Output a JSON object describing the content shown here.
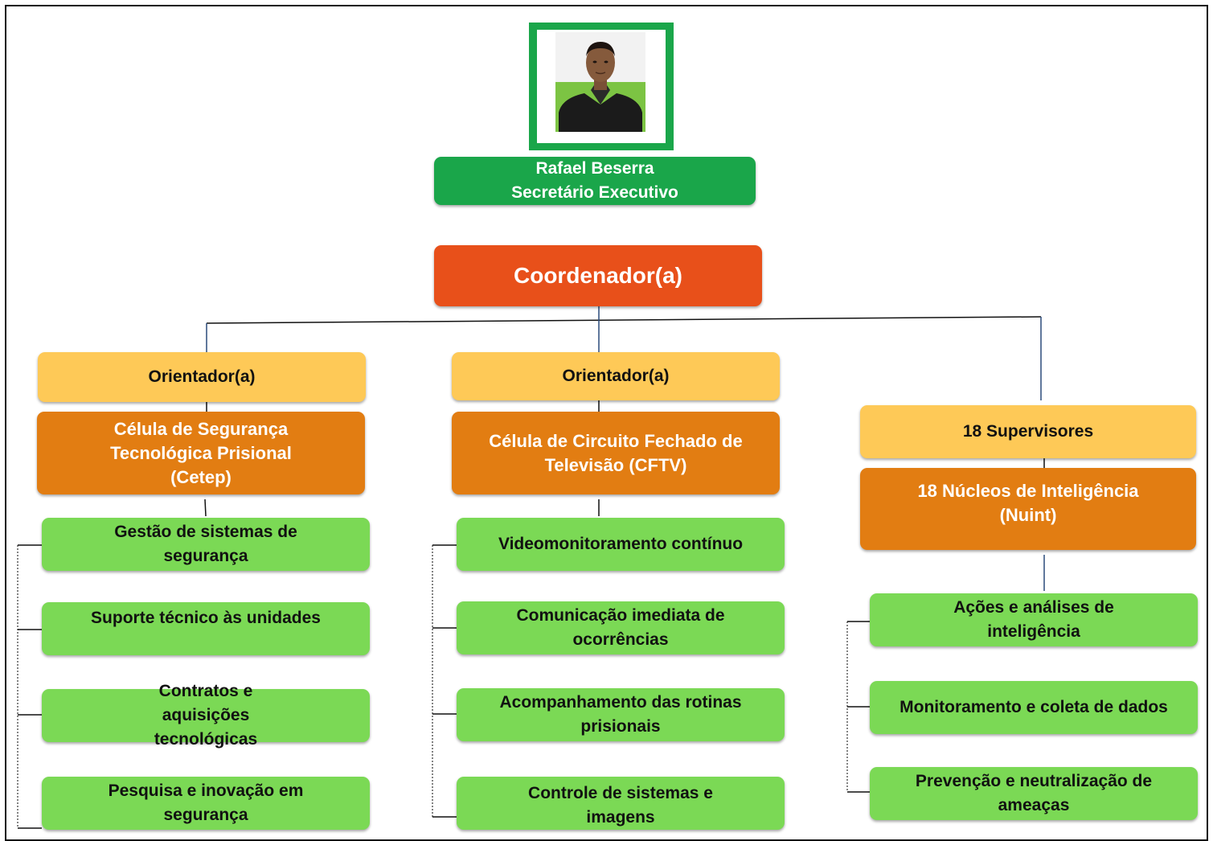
{
  "leader": {
    "name": "Rafael Beserra",
    "role": "Secretário Executivo"
  },
  "coordinator": "Coordenador(a)",
  "branches": [
    {
      "head": "Orientador(a)",
      "unit": "Célula de Segurança Tecnológica Prisional (Cetep)",
      "items": [
        "Gestão de sistemas de segurança",
        "Suporte técnico às unidades",
        "Contratos e aquisições tecnológicas",
        "Pesquisa e inovação em segurança"
      ]
    },
    {
      "head": "Orientador(a)",
      "unit": "Célula de Circuito Fechado de Televisão (CFTV)",
      "items": [
        "Videomonitoramento contínuo",
        "Comunicação imediata de ocorrências",
        "Acompanhamento das rotinas prisionais",
        "Controle de sistemas e imagens"
      ]
    },
    {
      "head": "18 Supervisores",
      "unit": "18 Núcleos de Inteligência (Nuint)",
      "items": [
        "Ações e análises de inteligência",
        "Monitoramento e coleta de dados",
        "Prevenção e neutralização de ameaças"
      ]
    }
  ],
  "colors": {
    "leader": "#1aa64a",
    "coordinator": "#e8501a",
    "head": "#fec957",
    "unit": "#e27d12",
    "item": "#7bd955"
  }
}
